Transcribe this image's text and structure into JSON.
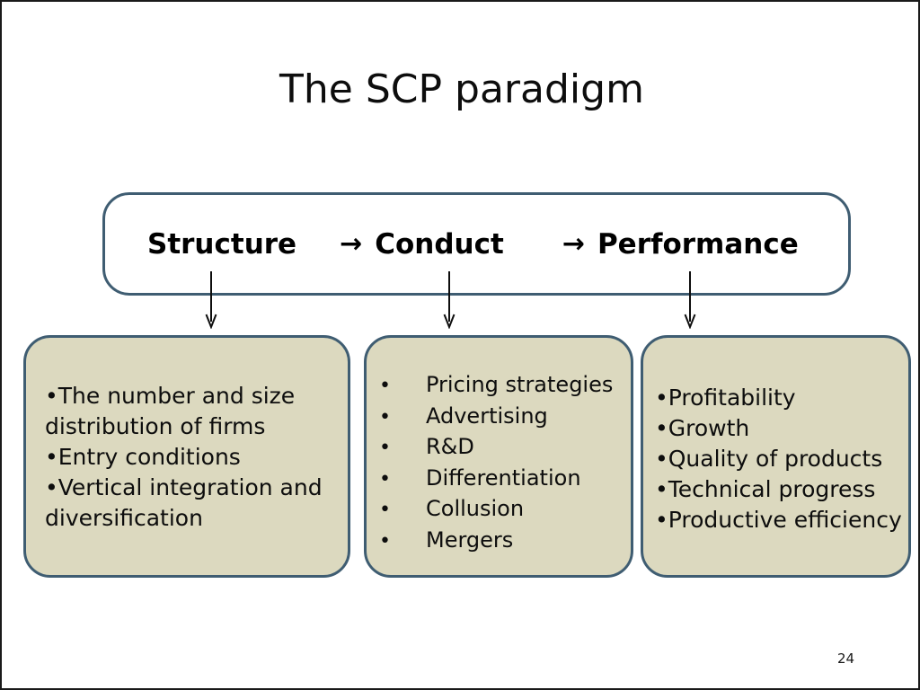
{
  "slide": {
    "title": "The SCP paradigm",
    "page_number": "24",
    "colors": {
      "box_border": "#3f5d72",
      "detail_fill": "#dcd9bf",
      "header_fill": "#ffffff",
      "text": "#0d0d0d",
      "background": "#ffffff"
    }
  },
  "header_box": {
    "stage1": "Structure",
    "arrow1": "→",
    "stage2": "Conduct",
    "arrow2": "→",
    "stage3": "Performance"
  },
  "connectors": [
    {
      "name": "structure-connector",
      "glyph": "↓"
    },
    {
      "name": "conduct-connector",
      "glyph": "↓"
    },
    {
      "name": "performance-connector",
      "glyph": "↓"
    }
  ],
  "detail_boxes": [
    {
      "id": "structure",
      "bullet": "•",
      "items": [
        "The number and size distribution of firms",
        "Entry conditions",
        "Vertical integration and diversification"
      ]
    },
    {
      "id": "conduct",
      "bullet": "•",
      "items": [
        "Pricing strategies",
        "Advertising",
        "R&D",
        "Differentiation",
        "Collusion",
        "Mergers"
      ]
    },
    {
      "id": "performance",
      "bullet": "•",
      "items": [
        "Profitability",
        "Growth",
        "Quality of products",
        "Technical progress",
        "Productive efficiency"
      ]
    }
  ]
}
